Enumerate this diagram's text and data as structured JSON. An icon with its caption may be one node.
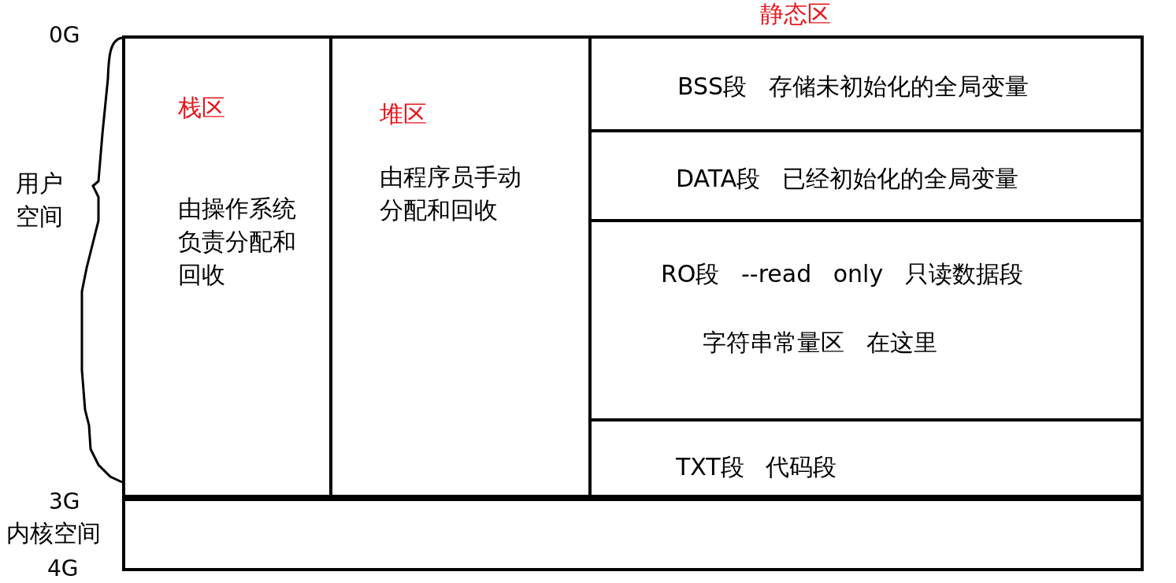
{
  "diagram": {
    "nodes": [
      {
        "text": [
          "栈区",
          "由操作系统负责分配和回收"
        ]
      },
      {
        "text": [
          "堆区",
          "由程序员手动分配和回收"
        ]
      },
      {
        "text": [
          "静态区"
        ]
      },
      {
        "text": [
          "BSS段 存储未初始化的全局变量"
        ],
        "in": 2
      },
      {
        "text": [
          "DATA段 已经初始化的全局变量"
        ],
        "in": 2
      },
      {
        "text": [
          "RO段 --read only 只读数据段",
          "字符串常量区 在这里"
        ],
        "in": 2
      },
      {
        "text": [
          "TXT段 代码段"
        ],
        "in": 2
      },
      {
        "text": [],
        "shape": "box",
        "beside": [
          "内核空间"
        ]
      }
    ],
    "labels": [
      "0G",
      "用户空间",
      "3G",
      "4G"
    ]
  }
}
